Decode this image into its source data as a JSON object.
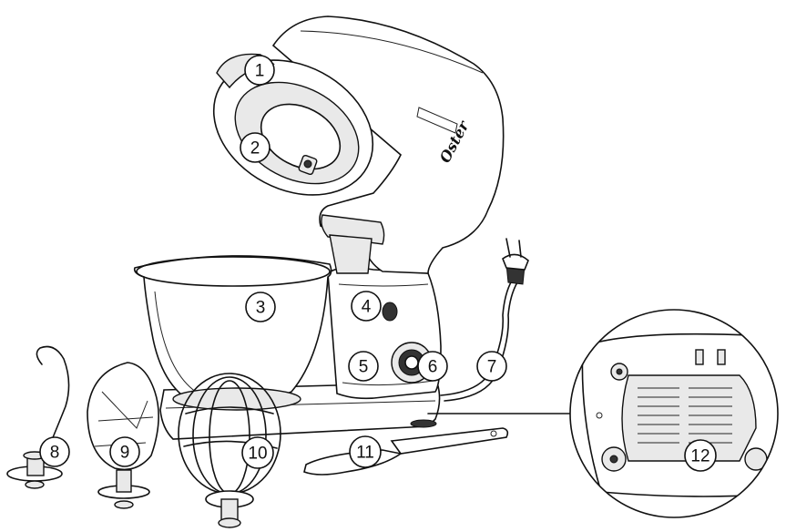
{
  "brand": "Oster",
  "callouts": [
    {
      "number": "1"
    },
    {
      "number": "2"
    },
    {
      "number": "3"
    },
    {
      "number": "4"
    },
    {
      "number": "5"
    },
    {
      "number": "6"
    },
    {
      "number": "7"
    },
    {
      "number": "8"
    },
    {
      "number": "9"
    },
    {
      "number": "10"
    },
    {
      "number": "11"
    },
    {
      "number": "12"
    }
  ]
}
